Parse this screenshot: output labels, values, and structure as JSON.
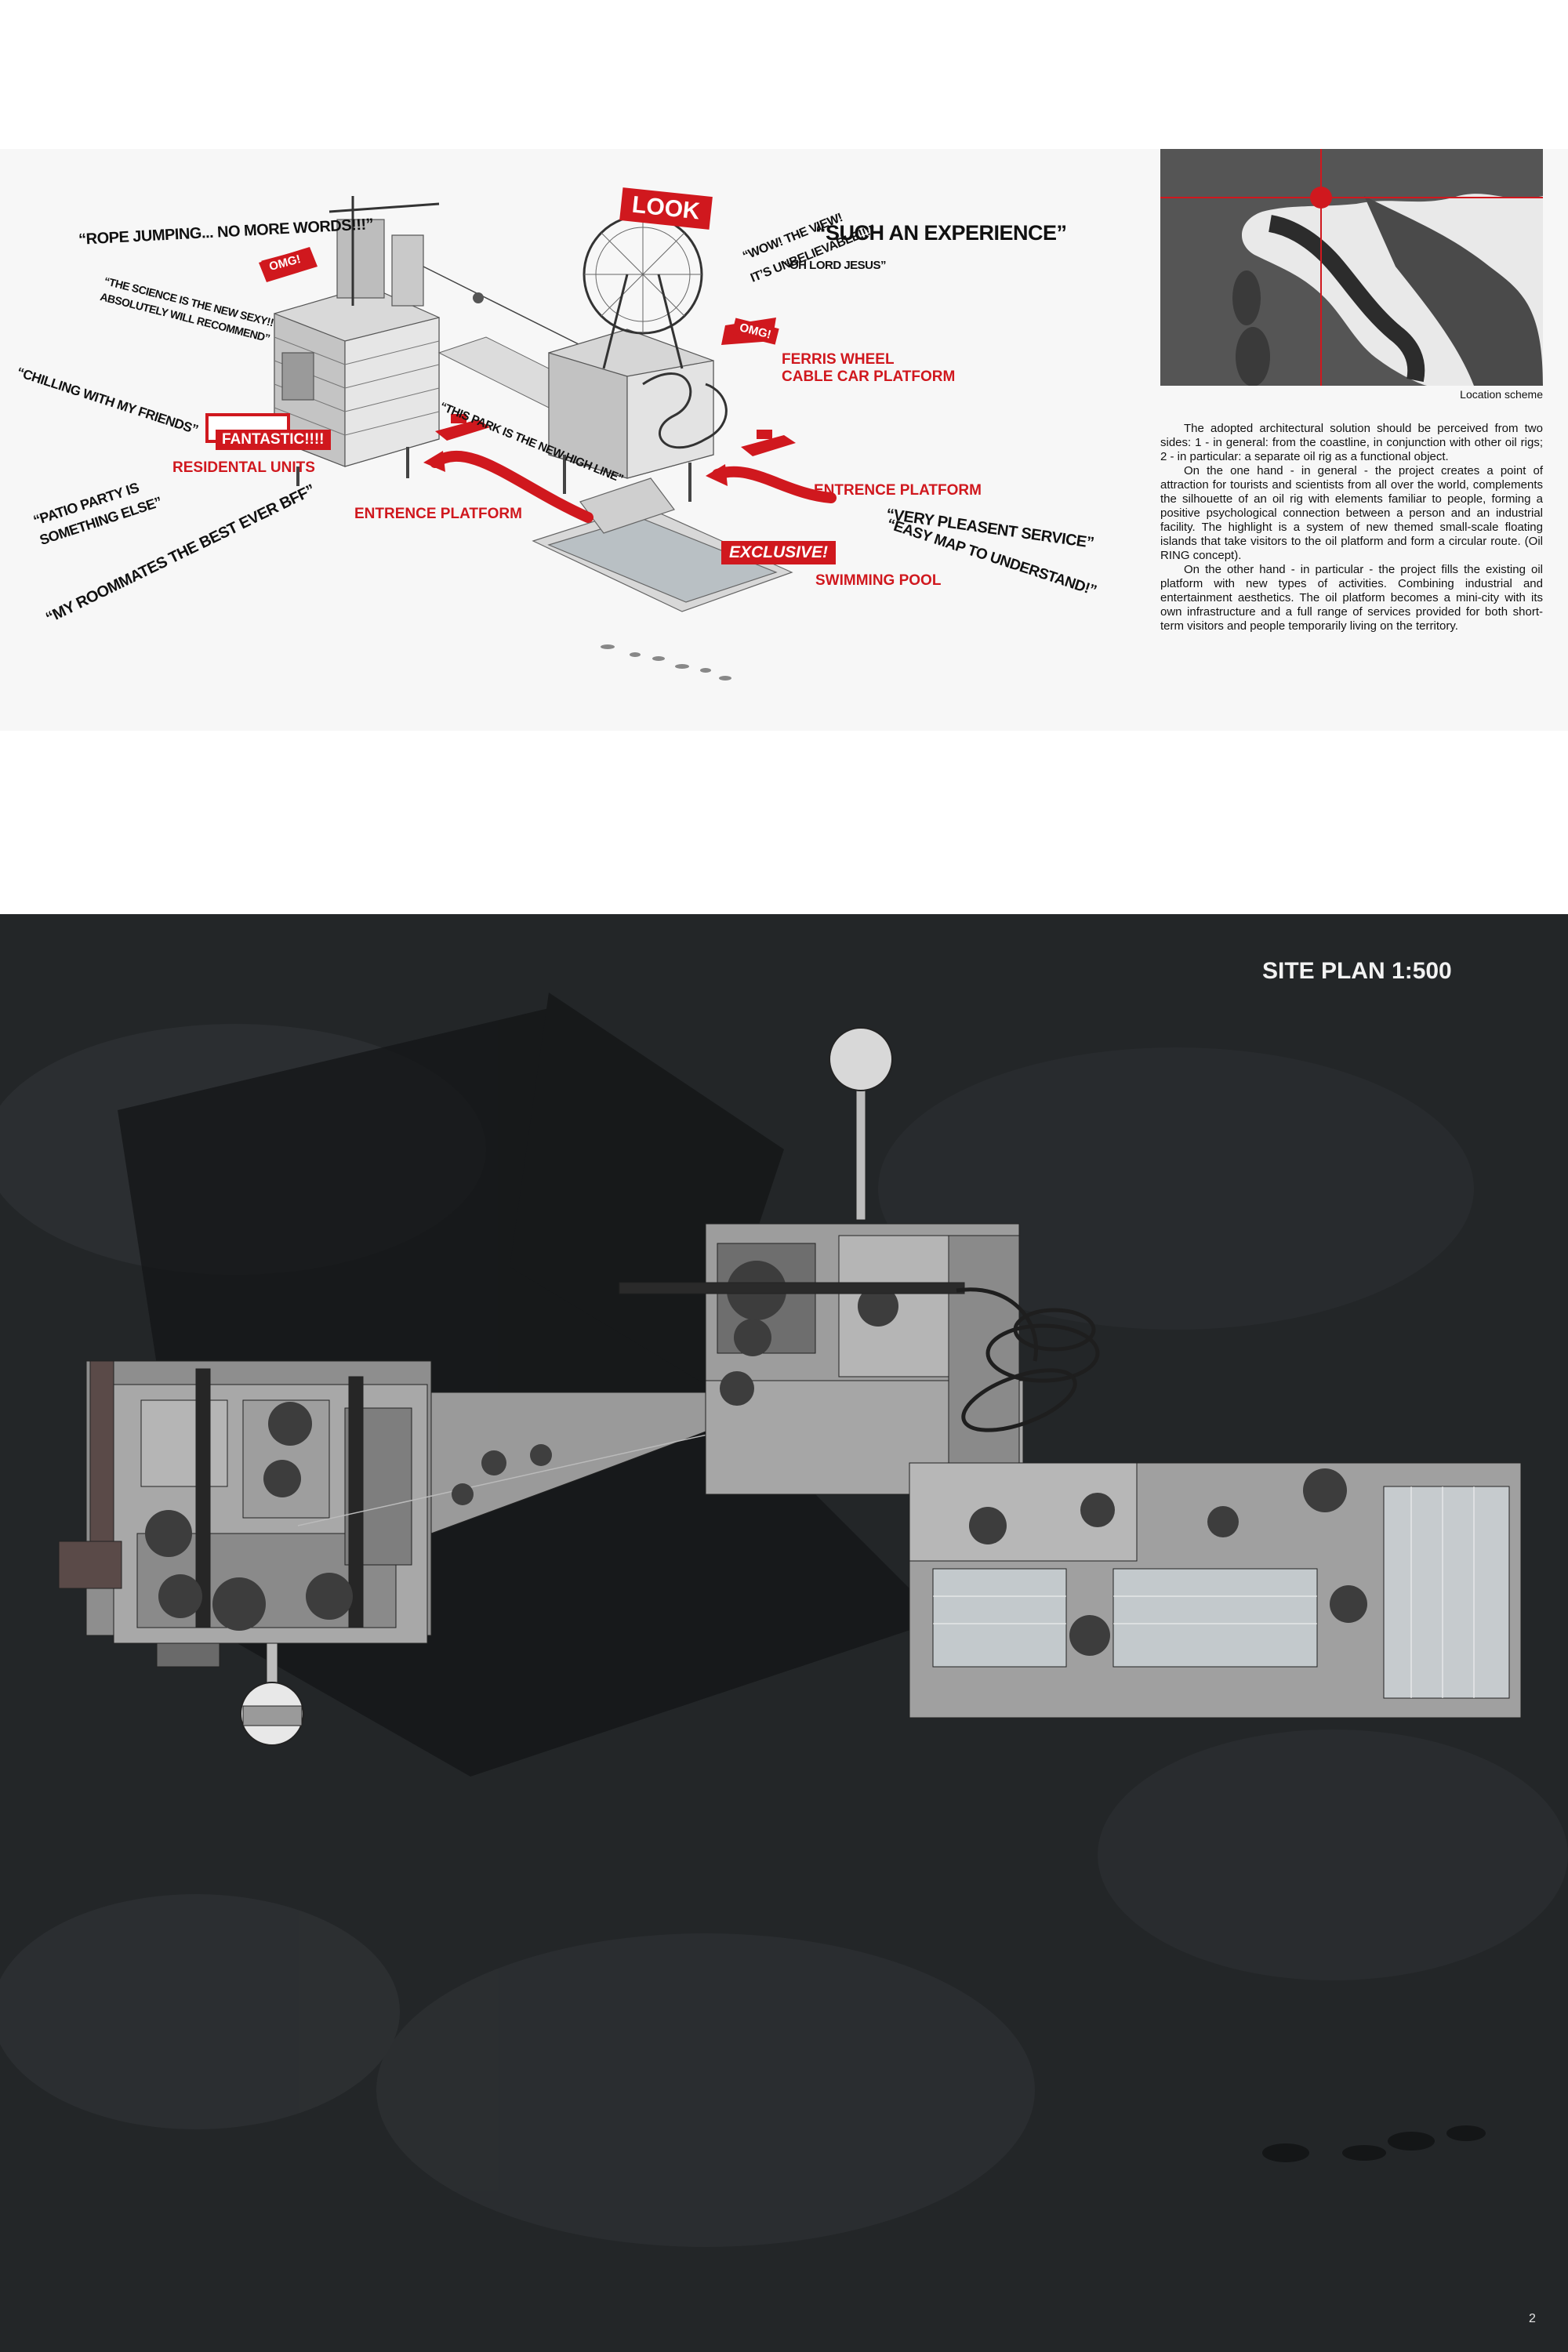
{
  "quotes": {
    "rope_jumping": "“ROPE JUMPING... NO MORE WORDS!!!”",
    "science": "“THE SCIENCE IS THE NEW SEXY!!",
    "science_2": "ABSOLUTELY WILL RECOMMEND”",
    "chilling": "“CHILLING WITH MY FRIENDS”",
    "patio": "“PATIO PARTY IS",
    "patio_2": "SOMETHING ELSE”",
    "roommates": "“MY ROOMMATES THE BEST EVER BFF”",
    "new_high_line": "“THIS PARK IS THE NEW HIGH LINE”",
    "wow_view": "“WOW! THE VIEW!",
    "wow_view_2": "IT’S UNBELIEVABLE!!!”",
    "such_experience": "“SUCH AN EXPERIENCE”",
    "oh_lord": "“OH LORD JESUS”",
    "very_pleasent": "“VERY PLEASENT SERVICE”",
    "easy_map": "“EASY MAP TO UNDERSTAND!”"
  },
  "badges": {
    "omg_left": "OMG!",
    "look": "LOOK",
    "omg_right": "OMG!",
    "fantastic": "FANTASTIC!!!!",
    "exclusive": "EXCLUSIVE!"
  },
  "labels": {
    "ferris_wheel": "FERRIS WHEEL",
    "cable_car": "CABLE CAR PLATFORM",
    "residental_units": "RESIDENTAL UNITS",
    "entrence_left": "ENTRENCE PLATFORM",
    "entrence_right": "ENTRENCE PLATFORM",
    "swimming_pool": "SWIMMING POOL"
  },
  "location": {
    "caption": "Location scheme"
  },
  "description": {
    "p1": "The adopted architectural solution should be perceived from two sides: 1 - in general: from the coastline, in conjunction with other oil rigs; 2 - in particular: a separate oil rig as a functional object.",
    "p2": "On the one hand - in general - the project creates a point of attraction for tourists and scientists from all over the world, complements the silhouette of an oil rig with elements familiar to people, forming a positive psychological connection between a person and an industrial facility. The highlight is a system of new themed small-scale floating islands that take visitors to the oil platform and form a circular route. (Oil RING concept).",
    "p3": "On the other hand - in particular - the project fills the existing oil platform with new types of activities. Combining industrial and entertainment aesthetics. The oil platform becomes a mini-city with its own infrastructure and a full range of services provided for both short-term visitors and people temporarily living on the territory."
  },
  "site_plan": {
    "title": "SITE PLAN 1:500"
  },
  "page_number": "2",
  "colors": {
    "accent_red": "#d0181e",
    "sea_dark": "#232628",
    "deck_light": "#9c9c9c"
  }
}
